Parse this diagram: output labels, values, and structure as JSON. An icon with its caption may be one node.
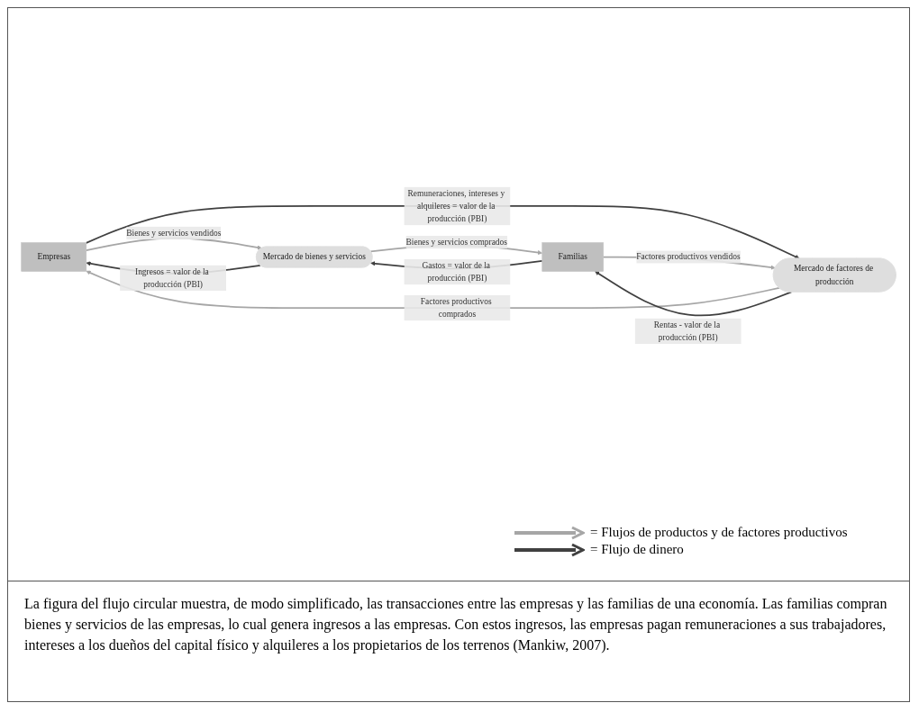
{
  "diagram": {
    "caption": "La figura del flujo circular muestra, de modo simplificado, las transacciones entre las empresas y las familias de una economía. Las familias compran bienes y servicios de las empresas, lo cual genera ingresos a las empresas. Con estos ingresos, las empresas pagan remuneraciones a sus trabajadores, intereses a los dueños del capital físico y alquileres a los propietarios de los terrenos (Mankiw, 2007).",
    "nodes": [
      {
        "text": [
          "Empresas"
        ]
      },
      {
        "text": [
          "Mercado de bienes y servicios"
        ]
      },
      {
        "text": [
          "Familias"
        ]
      },
      {
        "text": [
          "Mercado de factores de producción"
        ]
      }
    ],
    "edges": [
      {
        "from": 0,
        "to": 1,
        "arrow": "to",
        "label": "Bienes y servicios vendidos",
        "color": "#a6a6a6"
      },
      {
        "from": 1,
        "to": 0,
        "arrow": "to",
        "label": "Ingresos = valor de la producción (PBI)",
        "color": "#404040"
      },
      {
        "from": 1,
        "to": 2,
        "arrow": "to",
        "label": "Bienes y servicios comprados",
        "color": "#a6a6a6"
      },
      {
        "from": 2,
        "to": 1,
        "arrow": "to",
        "label": "Gastos = valor de la producción (PBI)",
        "color": "#404040"
      },
      {
        "from": 0,
        "to": 3,
        "arrow": "to",
        "label": "Remuneraciones, intereses y alquileres = valor de la producción (PBI)",
        "color": "#404040"
      },
      {
        "from": 3,
        "to": 0,
        "arrow": "to",
        "label": "Factores productivos comprados",
        "color": "#a6a6a6"
      },
      {
        "from": 3,
        "to": 2,
        "arrow": "to",
        "label": "Rentas - valor de la producción (PBI)",
        "color": "#404040"
      },
      {
        "from": 2,
        "to": 3,
        "arrow": "to",
        "label": "Factores productivos vendidos",
        "color": "#a6a6a6"
      }
    ],
    "legend": [
      {
        "text": "= Flujos de productos y de factores productivos",
        "color": "#a6a6a6"
      },
      {
        "text": "= Flujo de dinero",
        "color": "#404040"
      }
    ]
  }
}
